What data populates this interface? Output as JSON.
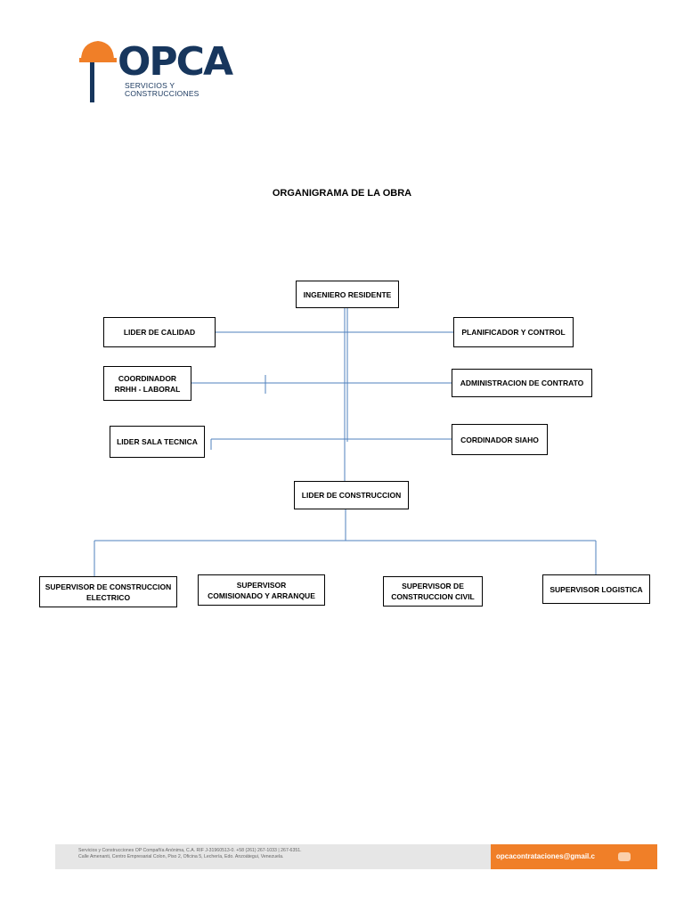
{
  "logo": {
    "brand": "OPCA",
    "subtitle_line1": "SERVICIOS Y",
    "subtitle_line2": "CONSTRUCCIONES",
    "colors": {
      "navy": "#17365d",
      "orange": "#f07f28"
    }
  },
  "title": "ORGANIGRAMA DE LA OBRA",
  "org": {
    "ingeniero_residente": "INGENIERO RESIDENTE",
    "lider_calidad": "LIDER DE CALIDAD",
    "planificador": "PLANIFICADOR Y CONTROL",
    "coordinador_rrhh_line1": "COORDINADOR",
    "coordinador_rrhh_line2": "RRHH - LABORAL",
    "administracion": "ADMINISTRACION DE CONTRATO",
    "lider_sala": "LIDER SALA TECNICA",
    "siaho": "CORDINADOR SIAHO",
    "lider_construccion": "LIDER DE CONSTRUCCION",
    "sup_electrico_line1": "SUPERVISOR DE CONSTRUCCION",
    "sup_electrico_line2": "ELECTRICO",
    "sup_comisionado_line1": "SUPERVISOR",
    "sup_comisionado_line2": "COMISIONADO Y ARRANQUE",
    "sup_civil_line1": "SUPERVISOR DE",
    "sup_civil_line2": "CONSTRUCCION CIVIL",
    "sup_logistica": "SUPERVISOR LOGISTICA"
  },
  "connector_color": "#4f81bd",
  "footer": {
    "line1": "Servicios y Construcciones OP Compañía Anónima, C.A. RIF J-31960513-0. +58 (261) 267-1033 | 267-6351.",
    "line2": "Calle Amenanti, Centro Empresarial Colon, Piso 2, Oficina 5, Lechería, Edo. Anzoátegui, Venezuela.",
    "email": "opcacontrataciones@gmail.c"
  }
}
